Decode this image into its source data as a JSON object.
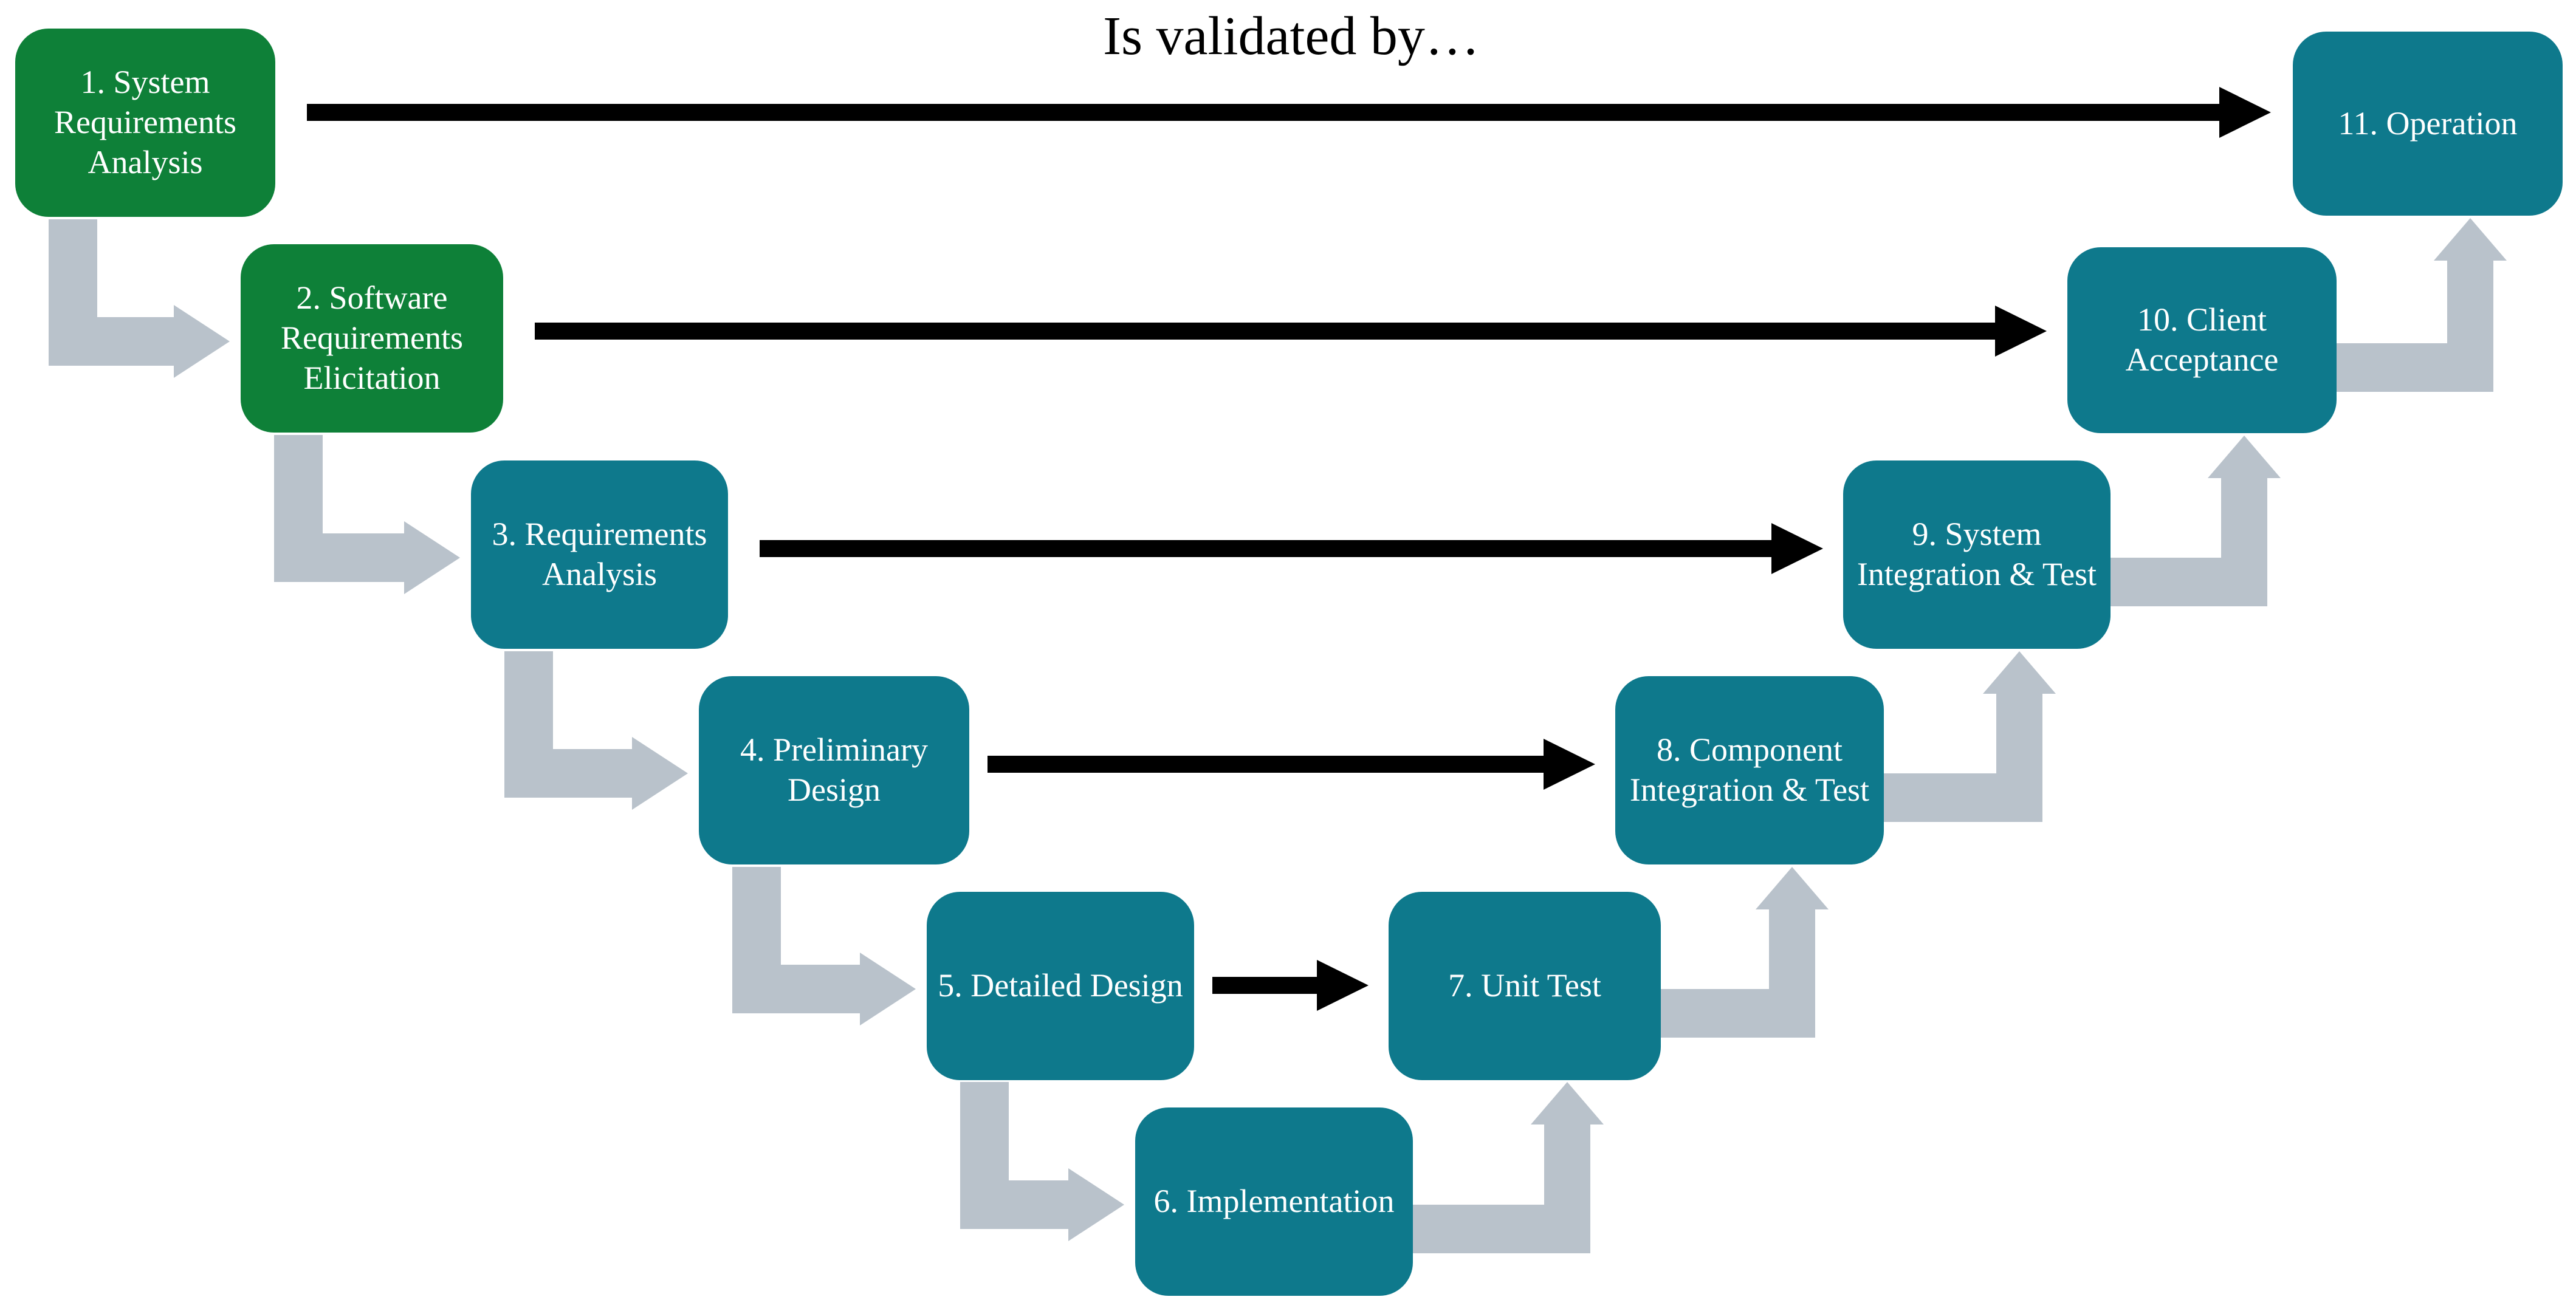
{
  "title": "Is validated by…",
  "palette": {
    "stage_green": "#0E8038",
    "stage_teal": "#0E798C",
    "connector_gray": "#B9C2CB",
    "validation_arrow": "#000000",
    "stage_text": "#FFFFFF",
    "title_text": "#000000",
    "background": "#FFFFFF"
  },
  "stages": [
    {
      "number": 1,
      "label": "1. System Requirements Analysis",
      "color": "green"
    },
    {
      "number": 2,
      "label": "2. Software Requirements Elicitation",
      "color": "green"
    },
    {
      "number": 3,
      "label": "3. Requirements Analysis",
      "color": "teal"
    },
    {
      "number": 4,
      "label": "4. Preliminary Design",
      "color": "teal"
    },
    {
      "number": 5,
      "label": "5. Detailed Design",
      "color": "teal"
    },
    {
      "number": 6,
      "label": "6. Implementation",
      "color": "teal"
    },
    {
      "number": 7,
      "label": "7. Unit Test",
      "color": "teal"
    },
    {
      "number": 8,
      "label": "8. Component Integration & Test",
      "color": "teal"
    },
    {
      "number": 9,
      "label": "9. System Integration & Test",
      "color": "teal"
    },
    {
      "number": 10,
      "label": "10. Client Acceptance",
      "color": "teal"
    },
    {
      "number": 11,
      "label": "11. Operation",
      "color": "teal"
    }
  ],
  "connections": {
    "sequence_flow": [
      "1→2",
      "2→3",
      "3→4",
      "4→5",
      "5→6",
      "6→7",
      "7→8",
      "8→9",
      "9→10",
      "10→11"
    ],
    "validation_links": [
      "1→11",
      "2→10",
      "3→9",
      "4→8",
      "5→7"
    ]
  }
}
